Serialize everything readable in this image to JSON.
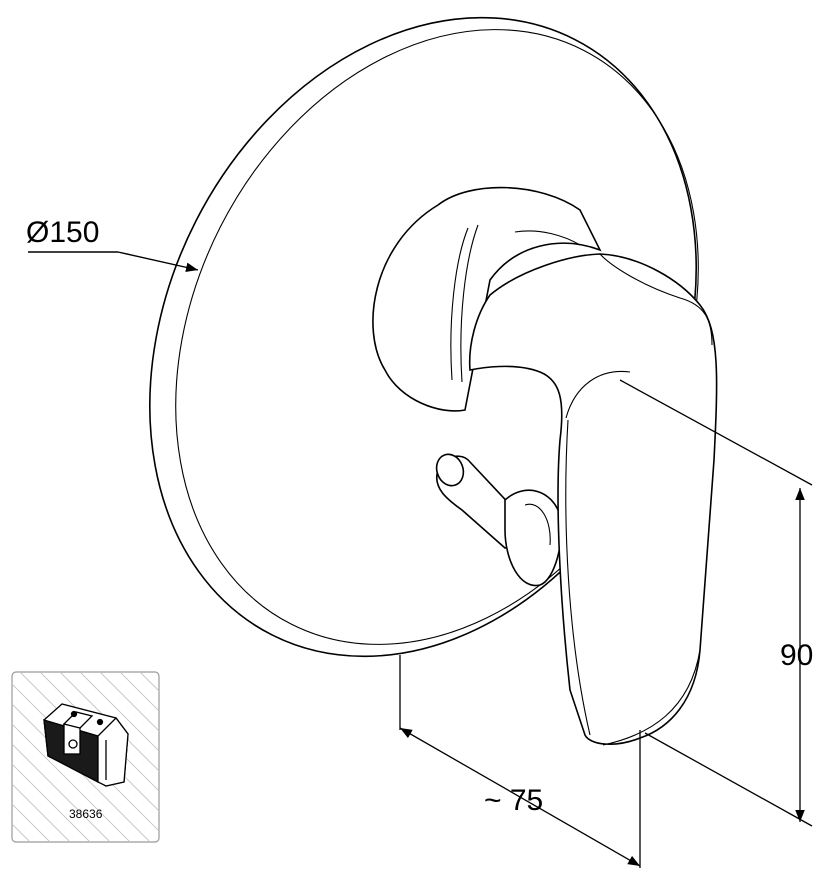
{
  "dimensions": {
    "diameter_label": "Ø150",
    "height_label": "90",
    "depth_label": "~ 75"
  },
  "inset": {
    "part_number": "38636"
  },
  "colors": {
    "line": "#000000",
    "hatch": "#bdbdbd",
    "inset_border": "#9a9a9a"
  }
}
